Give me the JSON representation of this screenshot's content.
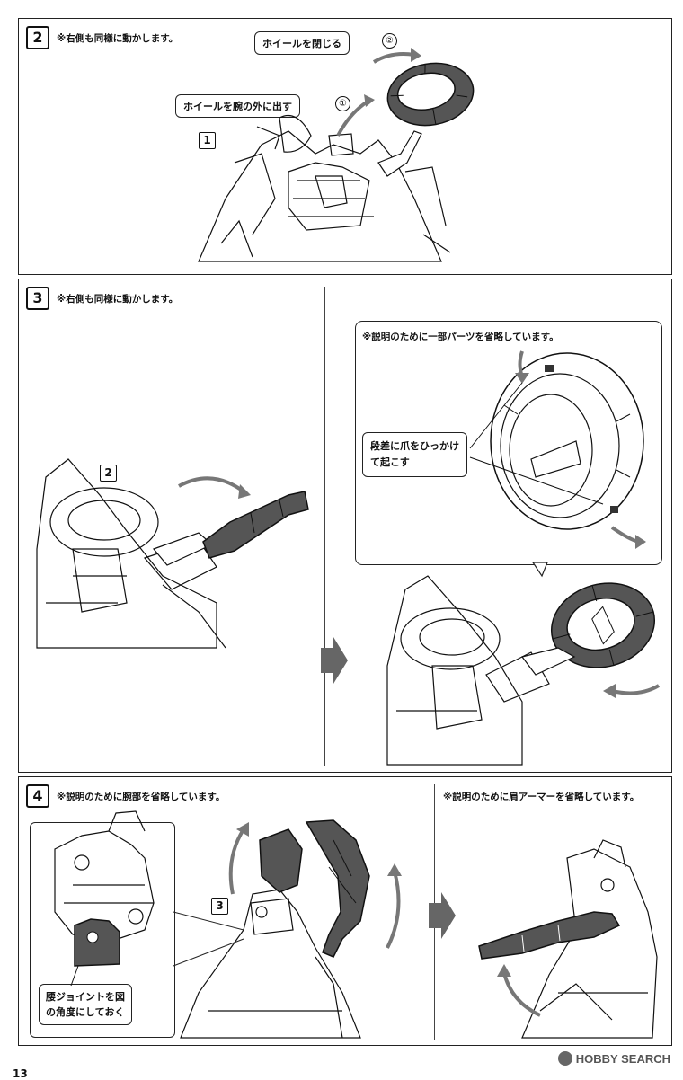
{
  "steps": [
    {
      "number": "2",
      "note": "※右側も同様に動かします。",
      "callouts": [
        {
          "text": "ホイールを閉じる",
          "order": "②"
        },
        {
          "text": "ホイールを腕の外に出す",
          "order": "①"
        }
      ],
      "figure_label": "1"
    },
    {
      "number": "3",
      "note": "※右側も同様に動かします。",
      "figure_label": "2",
      "detail_note": "※説明のために一部パーツを省略しています。",
      "detail_callout_line1": "段差に爪をひっかけ",
      "detail_callout_line2": "て起こす"
    },
    {
      "number": "4",
      "note": "※説明のために腕部を省略しています。",
      "figure_label": "3",
      "inset_callout_line1": "腰ジョイントを図",
      "inset_callout_line2": "の角度にしておく",
      "right_note": "※説明のために肩アーマーを省略しています。"
    }
  ],
  "page_number": "13",
  "watermark": "HOBBY SEARCH",
  "colors": {
    "ink": "#111111",
    "part_fill": "#555555",
    "arrow": "#777777"
  }
}
